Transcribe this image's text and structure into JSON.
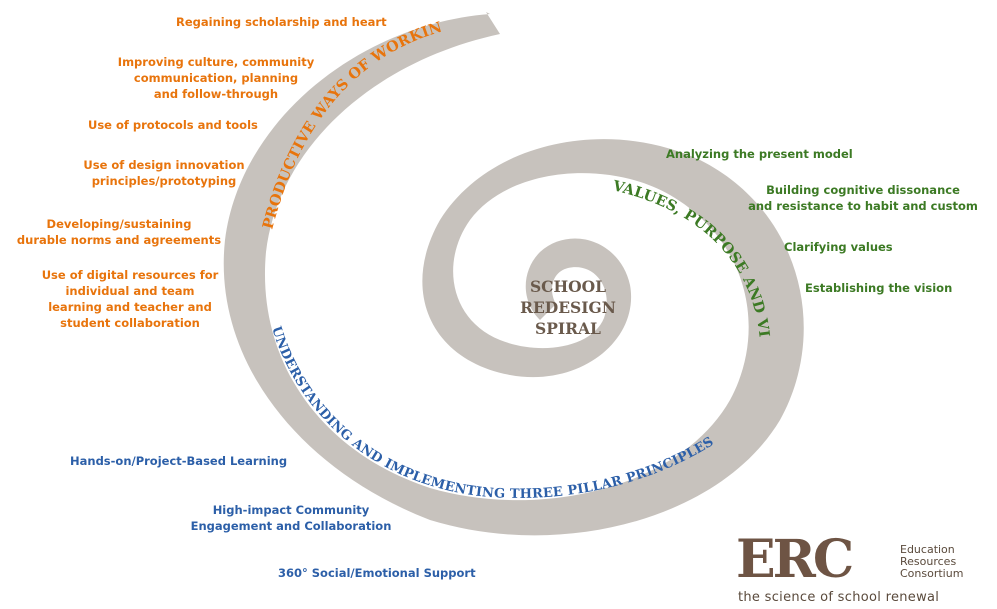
{
  "spiral": {
    "color": "#c7c2bd",
    "arc_labels": {
      "outer": "PRODUCTIVE WAYS OF WORKING",
      "middle": "VALUES, PURPOSE AND VISION",
      "lower": "UNDERSTANDING AND IMPLEMENTING THREE PILLAR PRINCIPLES"
    },
    "center": [
      "SCHOOL",
      "REDESIGN",
      "SPIRAL"
    ]
  },
  "colors": {
    "orange": "#e8740c",
    "green": "#3c7a24",
    "blue": "#2c5fa8",
    "brown": "#6e5444"
  },
  "left_items": [
    "Regaining scholarship and heart",
    [
      "Improving culture, community",
      "communication, planning",
      "and follow-through"
    ],
    "Use of protocols and tools",
    [
      "Use of design innovation",
      "principles/prototyping"
    ],
    [
      "Developing/sustaining",
      "durable norms and agreements"
    ],
    [
      "Use of digital resources for",
      "individual and team",
      "learning and teacher and",
      "student collaboration"
    ]
  ],
  "right_items": [
    "Analyzing the present model",
    [
      "Building cognitive dissonance",
      "and resistance to habit and custom"
    ],
    "Clarifying values",
    "Establishing the vision"
  ],
  "bottom_items": [
    "Hands-on/Project-Based Learning",
    [
      "High-impact Community",
      "Engagement and Collaboration"
    ],
    "360° Social/Emotional Support"
  ],
  "logo": {
    "mark": "ERC",
    "name": [
      "Education",
      "Resources",
      "Consortium"
    ],
    "tagline": "the science of school renewal"
  }
}
